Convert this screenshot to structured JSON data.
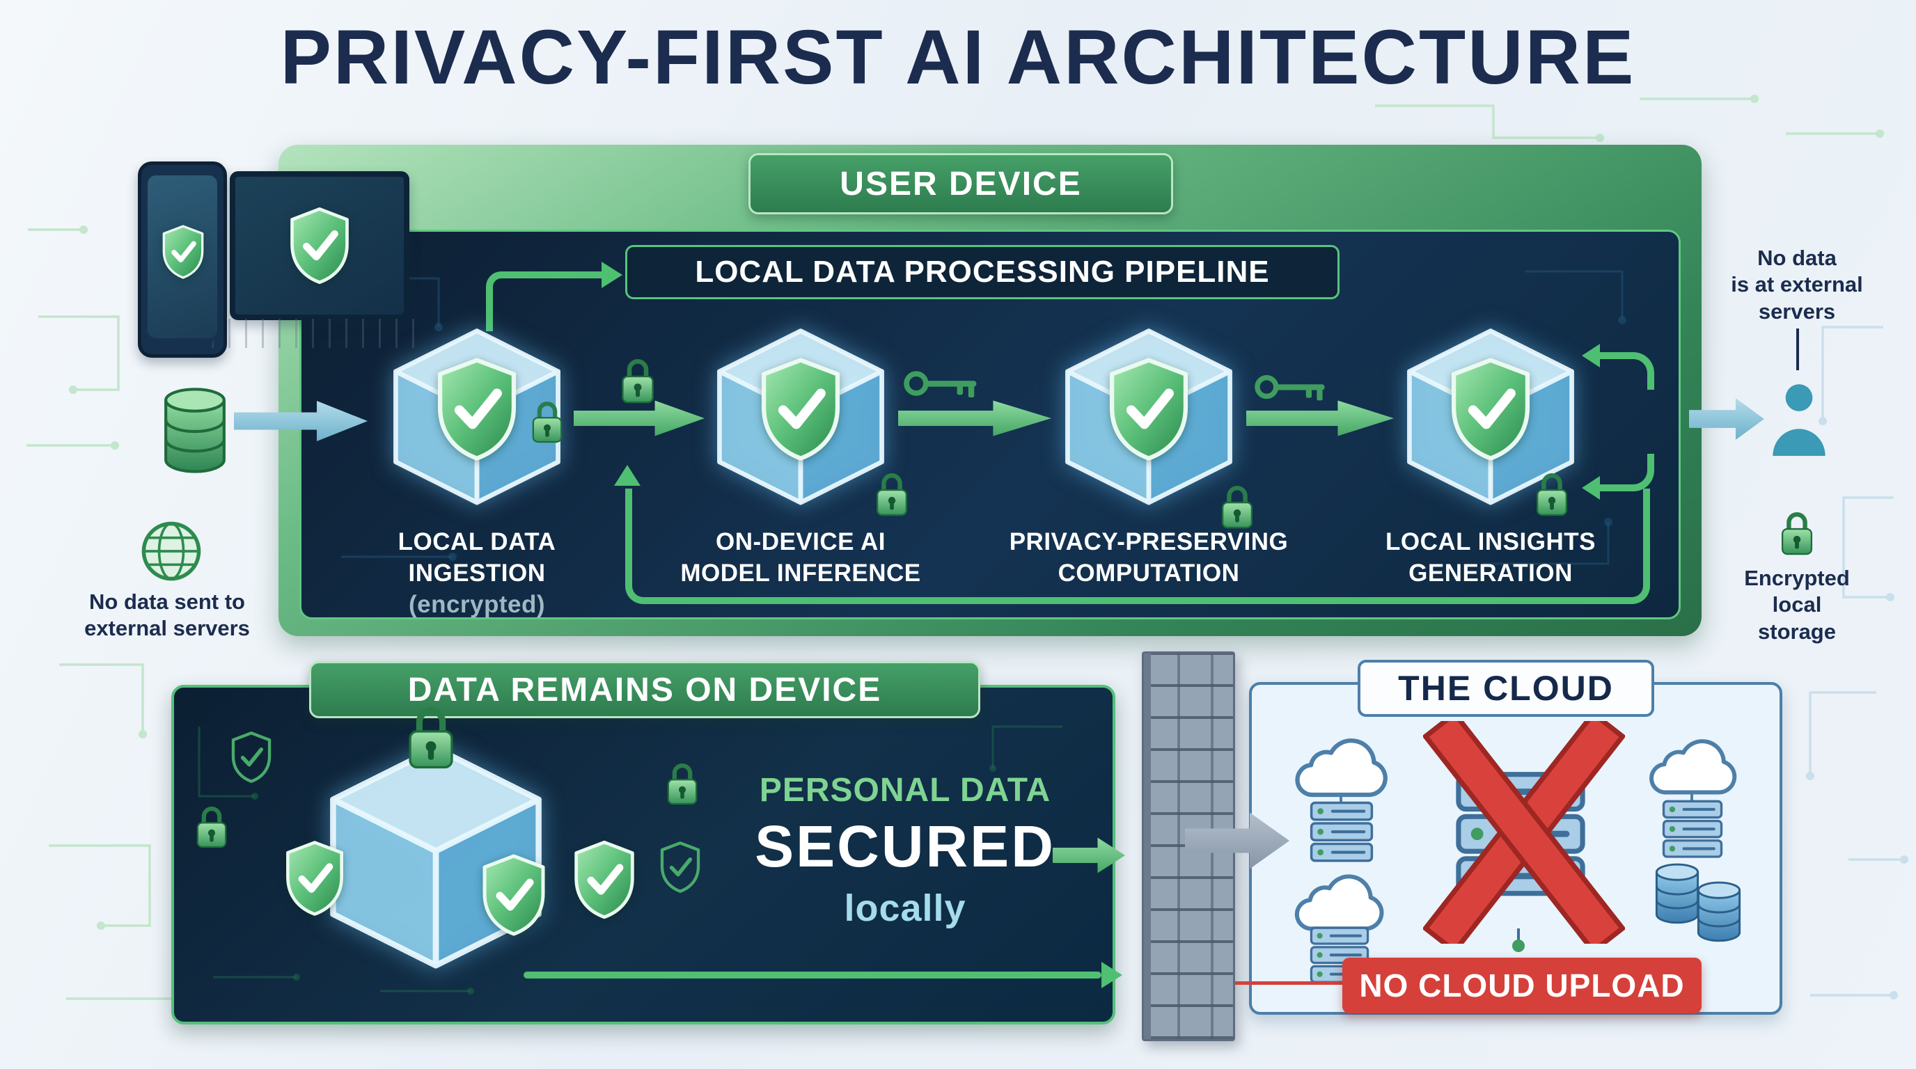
{
  "title": "PRIVACY-FIRST AI ARCHITECTURE",
  "user_device": {
    "label": "USER DEVICE",
    "pipeline_label": "LOCAL DATA PROCESSING PIPELINE",
    "stages": [
      {
        "line1": "LOCAL DATA",
        "line2": "INGESTION",
        "line3": "(encrypted)"
      },
      {
        "line1": "ON-DEVICE AI",
        "line2": "MODEL INFERENCE",
        "line3": ""
      },
      {
        "line1": "PRIVACY-PRESERVING",
        "line2": "COMPUTATION",
        "line3": ""
      },
      {
        "line1": "LOCAL INSIGHTS",
        "line2": "GENERATION",
        "line3": ""
      }
    ]
  },
  "annotations": {
    "left_no_data": {
      "line1": "No data sent to",
      "line2": "external servers"
    },
    "right_no_data": {
      "line1": "No data",
      "line2": "is at external",
      "line3": "servers"
    },
    "encrypted_storage": {
      "line1": "Encrypted",
      "line2": "local",
      "line3": "storage"
    }
  },
  "on_device": {
    "label": "DATA REMAINS ON DEVICE",
    "personal_data": "PERSONAL DATA",
    "secured": "SECURED",
    "locally": "locally"
  },
  "cloud": {
    "label": "THE CLOUD",
    "no_upload": "NO CLOUD UPLOAD"
  },
  "colors": {
    "accent_green": "#3f9d5f",
    "panel_navy": "#0e2438",
    "teal": "#6fb3cc",
    "alert_red": "#d5403a",
    "title_navy": "#1b2c4e",
    "cloud_blue": "#4d7fa8"
  }
}
